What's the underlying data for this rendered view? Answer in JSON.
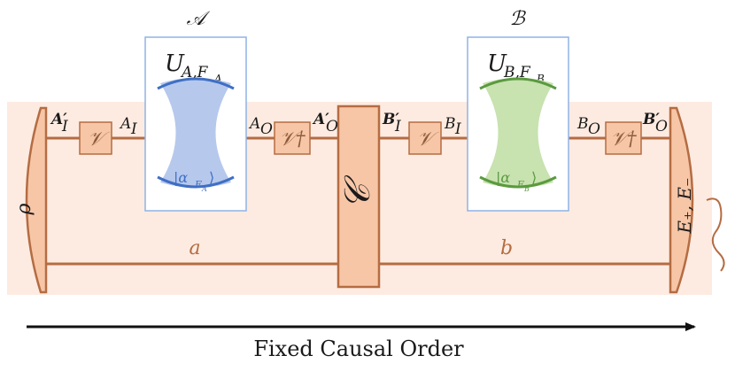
{
  "colors": {
    "band": "#fdebe1",
    "wire": "#b56c42",
    "box_fill": "#f6c6a7",
    "box_stroke": "#b56c42",
    "lab_a_stroke": "#8fb3e6",
    "lab_a_fill": "#b6c8ec",
    "lab_a_mirror": "#3f6fc4",
    "lab_b_stroke": "#8fb3e6",
    "lab_b_fill": "#c8e2b0",
    "lab_b_mirror": "#5a9a3f",
    "label_orange": "#b56c42",
    "text": "#1a1a1a"
  },
  "lab_a": {
    "name": "𝒜",
    "unitary": "U",
    "unitary_sub": "A,F",
    "unitary_subsub": "A",
    "state": "|α",
    "state_sub": "F",
    "state_subsub": "A",
    "state_close": "⟩"
  },
  "lab_b": {
    "name": "ℬ",
    "unitary": "U",
    "unitary_sub": "B,F",
    "unitary_subsub": "B",
    "state": "|α",
    "state_sub": "F",
    "state_subsub": "B",
    "state_close": "⟩"
  },
  "wire_labels": {
    "a_in_prime": "A′",
    "a_in_prime_sub": "I",
    "a_in": "A",
    "a_in_sub": "I",
    "a_out": "A",
    "a_out_sub": "O",
    "a_out_prime": "A′",
    "a_out_prime_sub": "O",
    "b_in_prime": "B′",
    "b_in_prime_sub": "I",
    "b_in": "B",
    "b_in_sub": "I",
    "b_out": "B",
    "b_out_sub": "O",
    "b_out_prime": "B′",
    "b_out_prime_sub": "O",
    "lower_a": "a",
    "lower_b": "b"
  },
  "gates": {
    "v": "𝒱",
    "v_dagger": "𝒱†"
  },
  "state_prep": "ρ",
  "channel": "𝒞",
  "measurement": "E₊, E₋",
  "arrow_label": "Fixed Causal Order"
}
